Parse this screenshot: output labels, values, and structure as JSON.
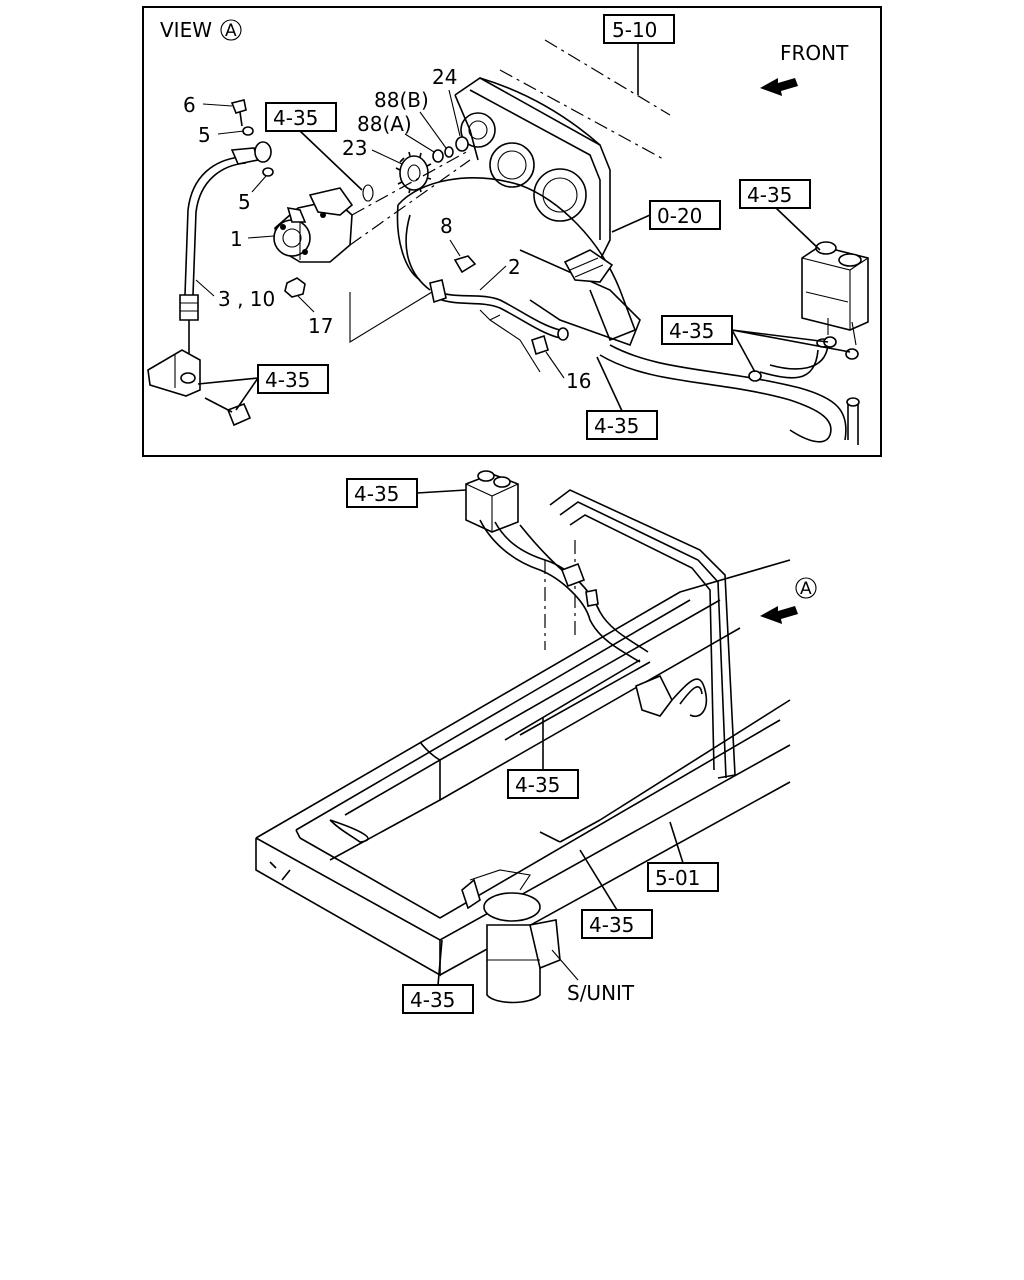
{
  "view_title": "VIEW",
  "view_marker": "A",
  "direction_label": "FRONT",
  "section_refs": {
    "top_engine": "5-10",
    "engine_front": "0-20",
    "pump_cover": "4-35",
    "reservoir_top": "4-35",
    "hose_clips": "4-35",
    "bracket": "4-35",
    "return_hose": "4-35",
    "reservoir_lower": "4-35",
    "frame_line": "4-35",
    "frame": "5-01",
    "filter_line": "4-35",
    "filter_lower": "4-35"
  },
  "part_numbers": {
    "p6": "6",
    "p5a": "5",
    "p5b": "5",
    "p1": "1",
    "p3_10": "3 , 10",
    "p17": "17",
    "p23": "23",
    "p88a": "88(A)",
    "p88b": "88(B)",
    "p24": "24",
    "p8": "8",
    "p2": "2",
    "p16": "16"
  },
  "lower_view_marker": "A",
  "s_unit_label": "S/UNIT"
}
